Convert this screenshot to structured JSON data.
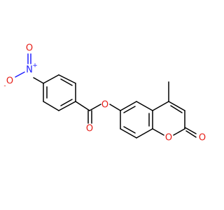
{
  "molecule": {
    "atoms": {
      "nitro_n": {
        "symbol": "N",
        "charge": "+"
      },
      "nitro_o_top": {
        "symbol": "O",
        "charge": ""
      },
      "nitro_o_left": {
        "symbol": "O",
        "charge": "-"
      },
      "ester_carbonyl_o": {
        "symbol": "O",
        "charge": ""
      },
      "ester_o": {
        "symbol": "O",
        "charge": ""
      },
      "ring_o": {
        "symbol": "O",
        "charge": ""
      },
      "lactone_carbonyl_o": {
        "symbol": "O",
        "charge": ""
      }
    },
    "colors": {
      "carbon_bond": "#000000",
      "oxygen": "#e6201a",
      "nitrogen": "#2020ff"
    }
  }
}
